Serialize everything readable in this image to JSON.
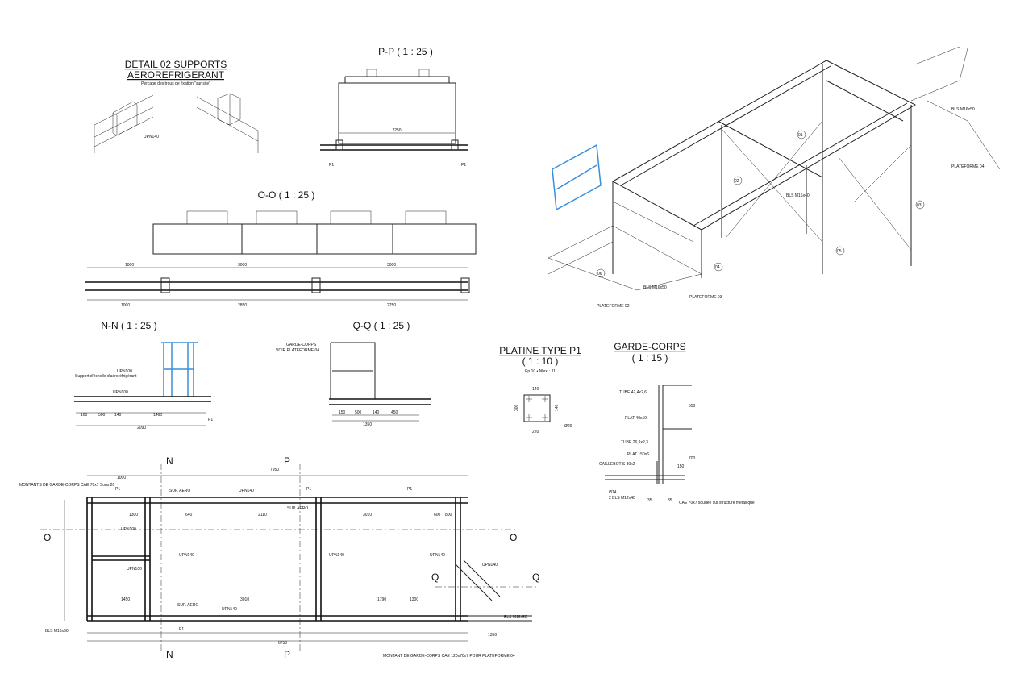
{
  "detail": {
    "title1": "DETAIL 02 SUPPORTS",
    "title2": "AEROREFRIGERANT",
    "note": "Perçage des trous de fixation \"sur site\"",
    "label": "UPN140"
  },
  "pp": {
    "title": "P-P ( 1 : 25 )",
    "dim": "2250",
    "p1a": "P1",
    "p1b": "P1"
  },
  "oo": {
    "title": "O-O ( 1 : 25 )",
    "dims_top": [
      "1000",
      "3000",
      "3000"
    ],
    "dims_bottom": [
      "1000",
      "2850",
      "2750"
    ]
  },
  "nn": {
    "title": "N-N ( 1 : 25 )",
    "labels": [
      "UPN100",
      "Support d'échelle d'aéroréfrigérant",
      "UPN100",
      "P1"
    ],
    "dims": [
      "160",
      "500",
      "140",
      "1460",
      "2090"
    ]
  },
  "qq": {
    "title": "Q-Q ( 1 : 25 )",
    "labels": [
      "GARDE-CORPS",
      "VOIR PLATEFORME 04"
    ],
    "dims": [
      "150",
      "500",
      "140",
      "450",
      "1350"
    ]
  },
  "platine": {
    "title": "PLATINE TYPE P1",
    "scale": "( 1 : 10 )",
    "spec": "Ep.10 • Nbre : 11",
    "dims": [
      "140",
      "300",
      "140",
      "220",
      "Ø20"
    ]
  },
  "garde": {
    "title": "GARDE-CORPS",
    "scale": "( 1 : 15 )",
    "labels": [
      "TUBE 42,4x2,6",
      "PLAT 40x10",
      "TUBE 26,9x2,3",
      "PLAT 150x6",
      "CAILLEBOTIS 30x2",
      "Ø14",
      "2 BLS M12x40",
      "CAE 70x7 soudée sur structure métallique"
    ],
    "dims": [
      "550",
      "700",
      "150",
      "35",
      "35"
    ]
  },
  "plan": {
    "sections": {
      "n": "N",
      "p": "P",
      "o": "O",
      "q": "Q"
    },
    "dim_total_top": "7950",
    "dim_total_bottom": "6750",
    "dims_top": [
      "1000",
      "1300",
      "640",
      "2110",
      "3010",
      "600",
      "800"
    ],
    "dims_bottom": [
      "1450",
      "3010",
      "1790",
      "1300",
      "1350"
    ],
    "labels": [
      "MONTANTS DE GARDE-CORPS CAE 70x7 Sous 20",
      "SUP. AERO",
      "UPN140",
      "SUP. AERO",
      "UPN100",
      "UPN140",
      "UPN140",
      "UPN140",
      "UPN140",
      "UPN100",
      "BLS M16x50",
      "SUP. AERO",
      "UPN140",
      "BLS M16x50",
      "MONTANT DE GARDE-CORPS CAE 120x70x7 POUR PLATEFORME 04",
      "P1",
      "P1",
      "P1",
      "P1"
    ]
  },
  "iso": {
    "labels": [
      "BLS M16x50",
      "PLATEFORME 04",
      "BLS M16x40",
      "BLS M16x50",
      "PLATEFORME 03",
      "PLATEFORME 02"
    ],
    "markers": [
      "01",
      "02",
      "03",
      "04",
      "05",
      "06"
    ]
  }
}
